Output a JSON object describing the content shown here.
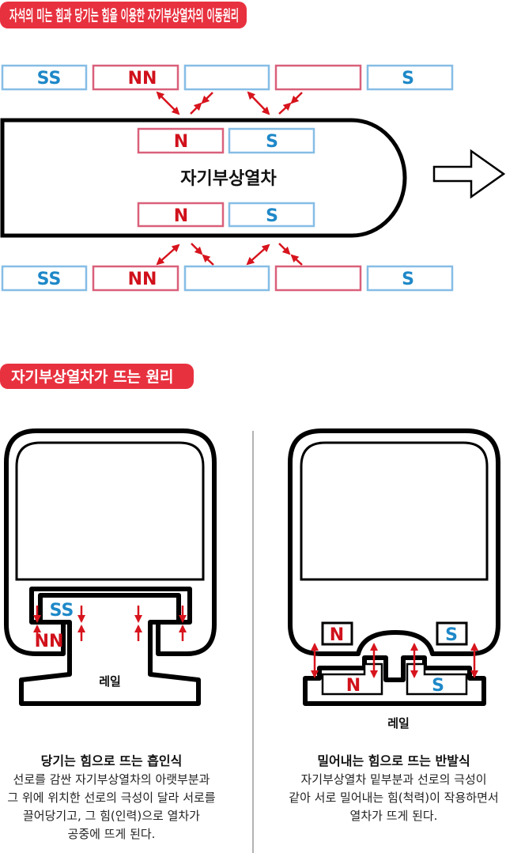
{
  "colors": {
    "header_pill": "#e8313f",
    "north": "#d0111b",
    "south": "#1e88c8",
    "arrow": "#d7141d"
  },
  "section1": {
    "title": "자석의 미는 힘과 당기는 힘을 이용한 자기부상열차의 이동원리",
    "train_label": "자기부상열차",
    "top_track": [
      "SS",
      "NN",
      "",
      "",
      "S"
    ],
    "bottom_track": [
      "SS",
      "NN",
      "",
      "",
      "S"
    ],
    "train_magnets_top": [
      "N",
      "S"
    ],
    "train_magnets_bottom": [
      "N",
      "S"
    ],
    "direction_icon": "arrow-right-icon"
  },
  "section2": {
    "title": "자기부상열차가 뜨는 원리",
    "left": {
      "magnet_top": "SS",
      "magnet_bottom": "NN",
      "rail_label": "레일",
      "caption_title": "당기는 힘으로 뜨는 흡인식",
      "caption_lines": [
        "선로를 감싼 자기부상열차의 아랫부분과",
        "그 위에 위치한 선로의 극성이 달라 서로를",
        "끌어당기고, 그 힘(인력)으로 열차가",
        "공중에 뜨게 된다."
      ]
    },
    "right": {
      "train_magnets": [
        "N",
        "S"
      ],
      "rail_magnets": [
        "N",
        "S"
      ],
      "rail_label": "레일",
      "caption_title": "밀어내는 힘으로 뜨는 반발식",
      "caption_lines": [
        "자기부상열차 밑부분과 선로의 극성이",
        "같아 서로 밀어내는 힘(척력)이 작용하면서",
        "열차가 뜨게 된다."
      ]
    }
  }
}
